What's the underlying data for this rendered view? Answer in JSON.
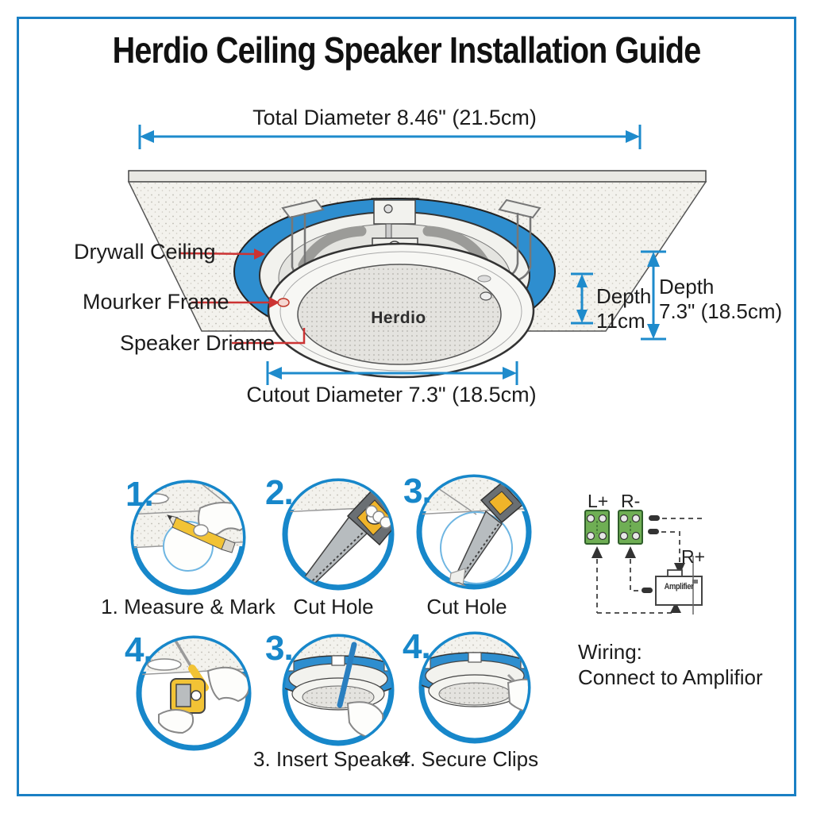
{
  "title": "Herdio Ceiling Speaker Installation Guide",
  "dimensions": {
    "total_diameter": "Total Diameter 8.46\" (21.5cm)",
    "cutout_diameter": "Cutout Diameter 7.3\" (18.5cm)",
    "depth_side": {
      "label": "Depth",
      "value": "11cm"
    },
    "depth_overall": {
      "label": "Depth",
      "value": "7.3\" (18.5cm)"
    }
  },
  "part_labels": {
    "drywall_ceiling": "Drywall Ceiling",
    "mounting_frame": "Mourker Frame",
    "speaker_driver": "Speaker Driame"
  },
  "brand": "Herdio",
  "steps": [
    {
      "number": "1.",
      "caption": "1. Measure & Mark"
    },
    {
      "number": "2.",
      "caption": "Cut Hole"
    },
    {
      "number": "3.",
      "caption": "Cut Hole"
    },
    {
      "number": "4.",
      "caption": ""
    },
    {
      "number": "3.",
      "caption": "3. Insert Speaker"
    },
    {
      "number": "4.",
      "caption": "4. Secure Clips"
    }
  ],
  "wiring": {
    "terminal_left_label": "L+",
    "terminal_right_label": "R-",
    "output_label": "R+",
    "amplifier_label": "Amplifier",
    "caption_title": "Wiring:",
    "caption_text": "Connect to Amplifior"
  },
  "colors": {
    "accent_blue": "#1e8bcc",
    "ring_blue": "#2e8ecf",
    "leader_red": "#cc3333",
    "terminal_green": "#6fae54"
  }
}
